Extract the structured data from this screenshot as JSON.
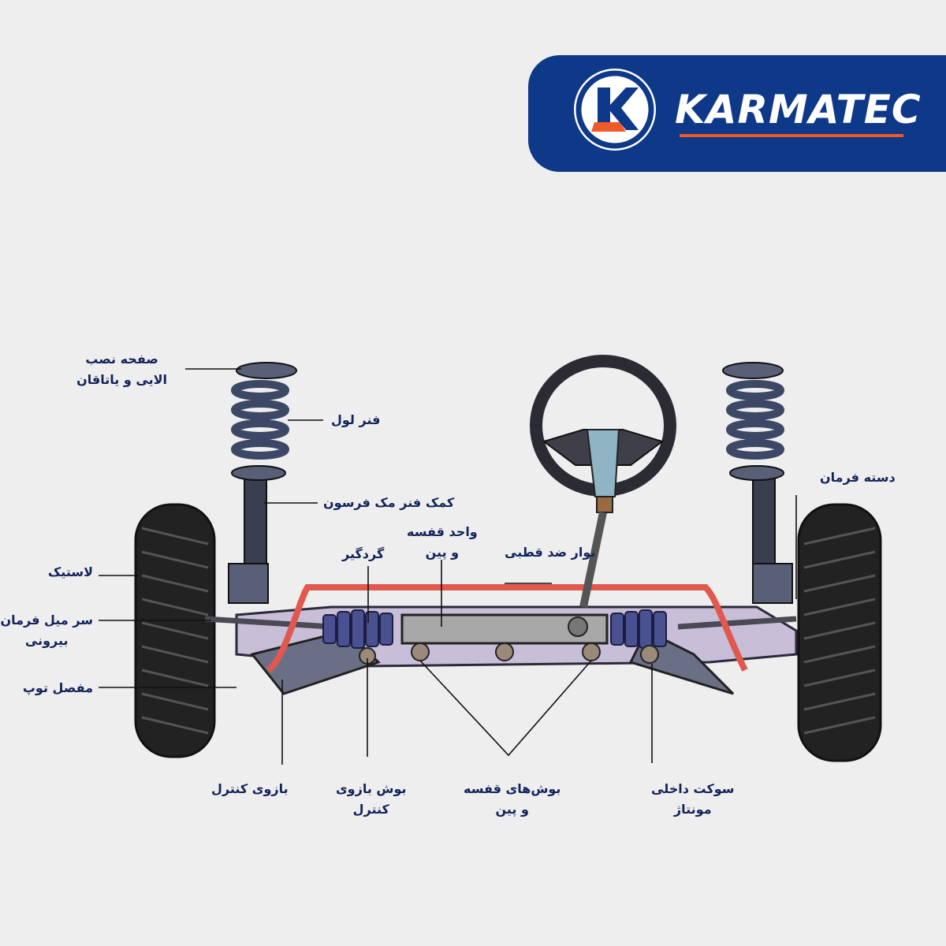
{
  "brand": {
    "name": "KARMATEC",
    "logo_letter": "K",
    "colors": {
      "panel": "#0e3888",
      "accent": "#ef5a28",
      "text": "#ffffff"
    }
  },
  "labels": {
    "top_mount": [
      "صفحه نصب",
      "الایی و یاتاقان"
    ],
    "coil_spring": "فنر لول",
    "macpherson": "کمک فنر مک فرسون",
    "rack_pinion": [
      "واحد قفسه",
      "و پین"
    ],
    "dust_boot": "گردگیر",
    "anti_roll_bar": "نوار ضد قطبی",
    "tire": "لاستیک",
    "outer_tie_rod": [
      "سر میل فرمان",
      "بیرونی"
    ],
    "ball_joint": "مفصل توپ",
    "steering_knuckle": "دسته فرمان",
    "control_arm": "بازوی کنترل",
    "control_arm_bushing": [
      "بوش بازوی",
      "کنترل"
    ],
    "rack_bushings": [
      "بوش‌های قفسه",
      "و پین"
    ],
    "inner_socket": [
      "سوکت داخلی",
      "مونتاژ"
    ]
  },
  "colors": {
    "label_text": "#13235a",
    "tire": "#222222",
    "spring": "#3d4766",
    "anti_roll_bar": "#e0584e",
    "subframe": "#c8bed8",
    "boot": "#4a5190",
    "rack": "#a8a8a8",
    "steering_column": "#8fb5c5"
  }
}
